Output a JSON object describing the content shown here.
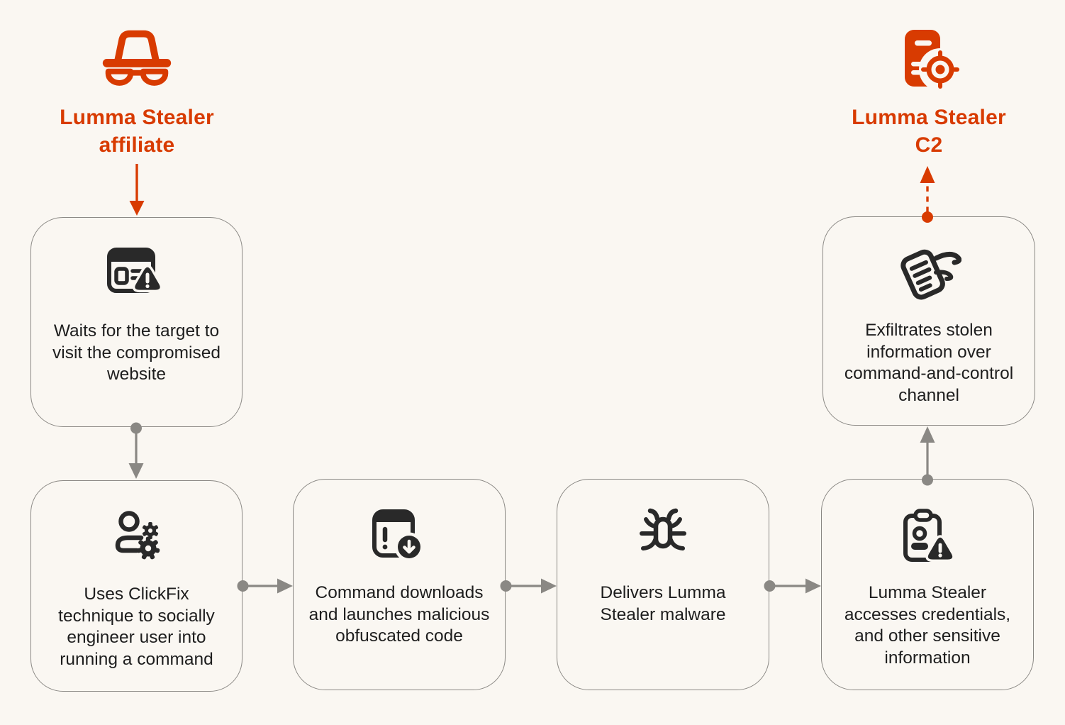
{
  "colors": {
    "accent": "#D83B01",
    "line": "#8A8884",
    "icon": "#292929",
    "text": "#1E1E1E",
    "background": "#FAF7F2"
  },
  "actors": {
    "affiliate": {
      "label": "Lumma Stealer\naffiliate",
      "icon": "spy-icon"
    },
    "c2": {
      "label": "Lumma Stealer\nC2",
      "icon": "server-target-icon"
    }
  },
  "steps": [
    {
      "id": "waits",
      "icon": "browser-warning-icon",
      "label": "Waits for the target to\nvisit the compromised\nwebsite"
    },
    {
      "id": "clickfix",
      "icon": "user-gears-icon",
      "label": "Uses ClickFix\ntechnique to socially\nengineer user into\nrunning a command"
    },
    {
      "id": "download",
      "icon": "window-download-icon",
      "label": "Command downloads\nand launches malicious\nobfuscated code"
    },
    {
      "id": "deliver",
      "icon": "bug-icon",
      "label": "Delivers Lumma\nStealer malware"
    },
    {
      "id": "access",
      "icon": "clipboard-person-warning-icon",
      "label": "Lumma Stealer\naccesses credentials,\nand other sensitive\ninformation"
    },
    {
      "id": "exfiltrate",
      "icon": "document-exfiltration-icon",
      "label": "Exfiltrates stolen\ninformation over\ncommand-and-control\nchannel"
    }
  ]
}
